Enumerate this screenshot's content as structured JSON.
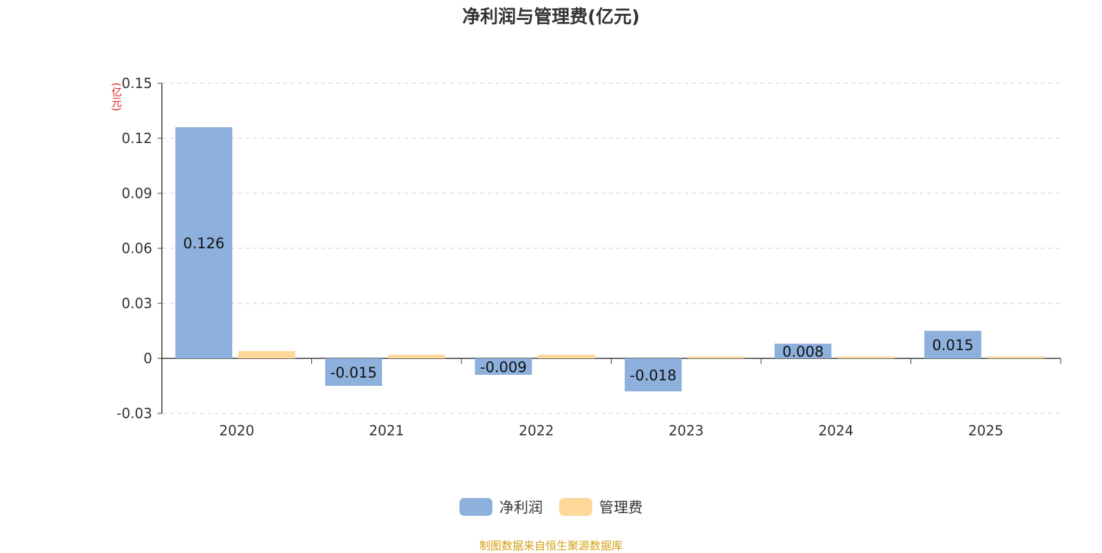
{
  "chart_data": {
    "type": "bar",
    "title": "净利润与管理费(亿元)",
    "ylabel": "(亿元)",
    "xlabel": "",
    "categories": [
      "2020",
      "2021",
      "2022",
      "2023",
      "2024",
      "2025"
    ],
    "series": [
      {
        "name": "净利润",
        "color": "#8eb0dc",
        "values": [
          0.126,
          -0.015,
          -0.009,
          -0.018,
          0.008,
          0.015
        ],
        "labels": [
          "0.126",
          "-0.015",
          "-0.009",
          "-0.018",
          "0.008",
          "0.015"
        ]
      },
      {
        "name": "管理费",
        "color": "#fdd898",
        "values": [
          0.004,
          0.002,
          0.002,
          0.001,
          0.001,
          0.001
        ]
      }
    ],
    "ylim": [
      -0.03,
      0.15
    ],
    "yticks": [
      "-0.03",
      "0",
      "0.03",
      "0.06",
      "0.09",
      "0.12",
      "0.15"
    ],
    "grid": true,
    "legend_position": "bottom"
  },
  "source_note": "制图数据来自恒生聚源数据库"
}
